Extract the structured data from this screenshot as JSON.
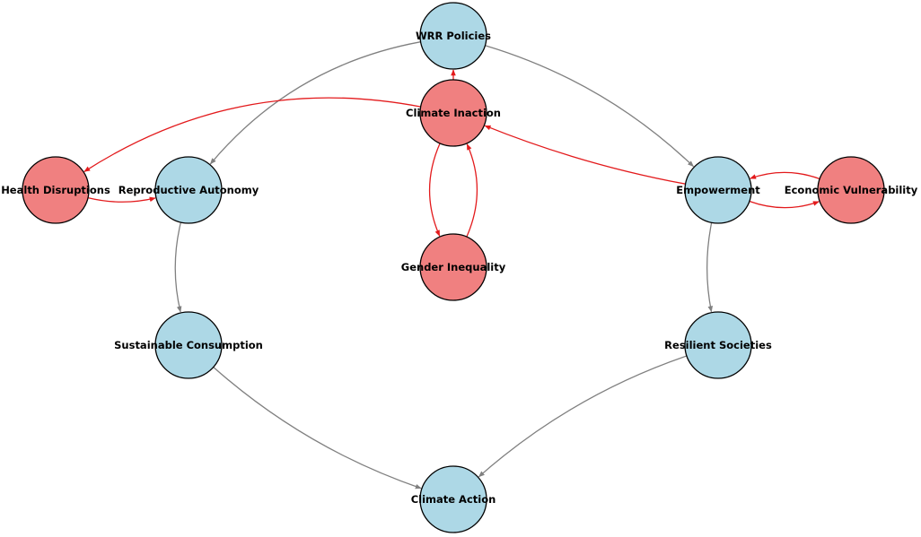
{
  "colors": {
    "positive_node": "#add8e6",
    "negative_node": "#f08080",
    "positive_edge": "#808080",
    "negative_edge": "#e31a1c"
  },
  "nodes": [
    {
      "id": "wrr",
      "label": "WRR Policies",
      "kind": "positive"
    },
    {
      "id": "inaction",
      "label": "Climate Inaction",
      "kind": "negative"
    },
    {
      "id": "health",
      "label": "Health Disruptions",
      "kind": "negative"
    },
    {
      "id": "repro",
      "label": "Reproductive Autonomy",
      "kind": "positive"
    },
    {
      "id": "empower",
      "label": "Empowerment",
      "kind": "positive"
    },
    {
      "id": "econ",
      "label": "Economic Vulnerability",
      "kind": "negative"
    },
    {
      "id": "gender",
      "label": "Gender Inequality",
      "kind": "negative"
    },
    {
      "id": "sustain",
      "label": "Sustainable Consumption",
      "kind": "positive"
    },
    {
      "id": "resilient",
      "label": "Resilient Societies",
      "kind": "positive"
    },
    {
      "id": "action",
      "label": "Climate Action",
      "kind": "positive"
    }
  ],
  "edges": [
    {
      "from": "wrr",
      "to": "repro",
      "kind": "positive"
    },
    {
      "from": "wrr",
      "to": "empower",
      "kind": "positive"
    },
    {
      "from": "repro",
      "to": "sustain",
      "kind": "positive"
    },
    {
      "from": "empower",
      "to": "resilient",
      "kind": "positive"
    },
    {
      "from": "sustain",
      "to": "action",
      "kind": "positive"
    },
    {
      "from": "resilient",
      "to": "action",
      "kind": "positive"
    },
    {
      "from": "inaction",
      "to": "wrr",
      "kind": "negative"
    },
    {
      "from": "inaction",
      "to": "health",
      "kind": "negative"
    },
    {
      "from": "inaction",
      "to": "gender",
      "kind": "negative"
    },
    {
      "from": "gender",
      "to": "inaction",
      "kind": "negative"
    },
    {
      "from": "empower",
      "to": "inaction",
      "kind": "negative"
    },
    {
      "from": "health",
      "to": "repro",
      "kind": "negative"
    },
    {
      "from": "empower",
      "to": "econ",
      "kind": "negative"
    },
    {
      "from": "econ",
      "to": "empower",
      "kind": "negative"
    }
  ]
}
